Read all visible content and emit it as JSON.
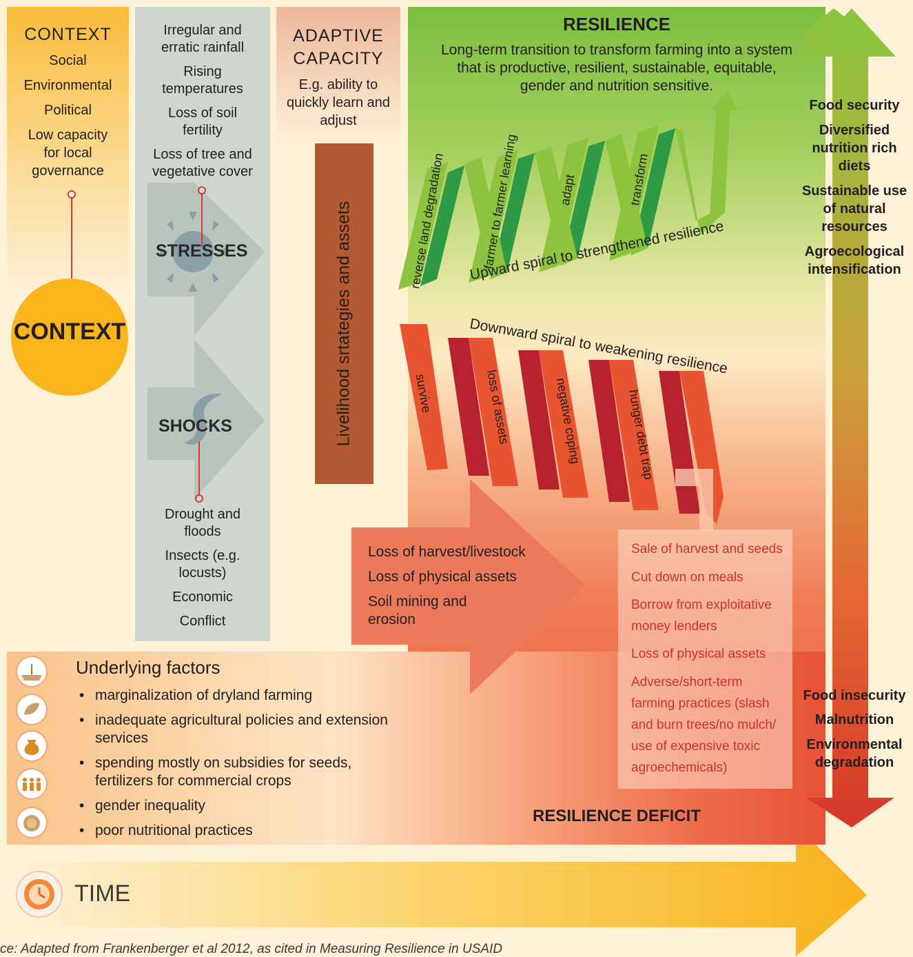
{
  "context": {
    "title": "CONTEXT",
    "items": [
      "Social",
      "Environmental",
      "Political",
      "Low capacity for local governance"
    ],
    "circle_label": "CONTEXT"
  },
  "stresses": {
    "items": [
      "Irregular and erratic rainfall",
      "Rising temperatures",
      "Loss of soil fertility",
      "Loss of tree and vegetative cover"
    ],
    "label": "STRESSES"
  },
  "shocks": {
    "label": "SHOCKS",
    "items": [
      "Drought and floods",
      "Insects (e.g. locusts)",
      "Economic",
      "Conflict"
    ]
  },
  "adaptive": {
    "title_line1": "ADAPTIVE",
    "title_line2": "CAPACITY",
    "text": "E.g. ability to quickly learn and adjust"
  },
  "livelihood": {
    "label": "Livelihood srtategies and assets"
  },
  "resilience": {
    "title": "RESILIENCE",
    "description": "Long-term transition to transform farming into a system that is productive, resilient, sustainable, equitable, gender and nutrition sensitive."
  },
  "upward_spiral": {
    "label": "Upward spiral to strengthened resilience",
    "steps": [
      "reverse land degradation",
      "farmer to farmer learning",
      "adapt",
      "transform"
    ]
  },
  "downward_spiral": {
    "label": "Downward spiral to weakening resilience",
    "steps": [
      "survive",
      "loss of assets",
      "negative coping",
      "hunger debt trap"
    ]
  },
  "losses": [
    "Loss of harvest/livestock",
    "Loss of physical assets",
    "Soil mining and",
    "erosion"
  ],
  "coping": [
    "Sale of harvest and seeds",
    "Cut down on meals",
    "Borrow from exploitative money lenders",
    "Loss of physical assets",
    "Adverse/short-term farming practices (slash and burn trees/no mulch/ use of expensive toxic agroechemicals)"
  ],
  "outcomes_positive": [
    "Food security",
    "Diversified nutrition rich diets",
    "Sustainable use of natural resources",
    "Agroecological intensification"
  ],
  "outcomes_negative": [
    "Food insecurity",
    "Malnutrition",
    "Environmental degradation"
  ],
  "deficit": {
    "label": "RESILIENCE DEFICIT"
  },
  "underlying": {
    "title": "Underlying factors",
    "items": [
      "marginalization of dryland farming",
      "inadequate agricultural policies and extension services",
      "spending mostly on subsidies for seeds, fertilizers for commercial crops",
      "gender inequality",
      "poor nutritional practices"
    ]
  },
  "time": {
    "label": "TIME"
  },
  "source": {
    "text": "ce: Adapted from Frankenberger et al 2012, as cited in Measuring Resilience in USAID"
  },
  "colors": {
    "context": "#f9bc3a",
    "stress": "#cfd5cf",
    "livelihood": "#b45a33",
    "green": "#7cbf3f",
    "red": "#e8583a",
    "coping_text": "#c8342a"
  }
}
